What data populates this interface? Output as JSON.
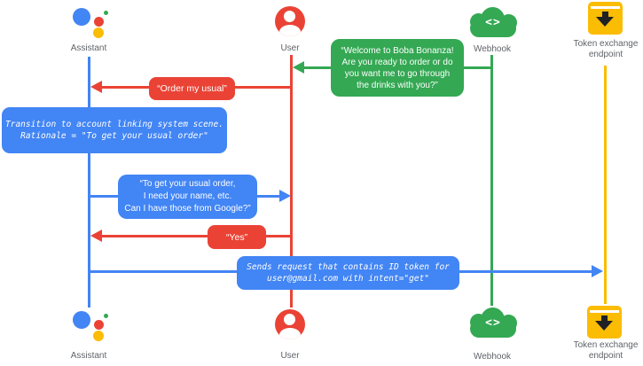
{
  "actors": {
    "assistant": {
      "label": "Assistant"
    },
    "user": {
      "label": "User"
    },
    "webhook": {
      "label": "Webhook"
    },
    "token_endpoint": {
      "label": "Token exchange\nendpoint"
    }
  },
  "icons": {
    "assistant": "google-assistant-logo",
    "user": "person-icon",
    "webhook": "cloud-code-icon",
    "webhook_glyph": "<>",
    "token_endpoint": "token-inbox-icon"
  },
  "messages": {
    "welcome": {
      "text": "“Welcome to Boba Bonanza!\nAre you ready to order or do\nyou want me to go through\nthe drinks with you?”",
      "from": "Webhook",
      "to": "User",
      "color": "#34A853"
    },
    "order_usual": {
      "text": "“Order my usual”",
      "from": "User",
      "to": "Assistant",
      "color": "#EA4335"
    },
    "transition_note": {
      "text": "Transition to account linking system scene.\nRationale = \"To get your usual order\"",
      "on": "Assistant",
      "color": "#4285F4"
    },
    "ask_info": {
      "text": "“To get your usual order,\nI need your name, etc.\nCan I have those from Google?”",
      "from": "Assistant",
      "to": "User",
      "color": "#4285F4"
    },
    "yes": {
      "text": "“Yes”",
      "from": "User",
      "to": "Assistant",
      "color": "#EA4335"
    },
    "send_request": {
      "text": "Sends request that contains ID token for\nuser@gmail.com with intent=\"get\"",
      "from": "Assistant",
      "to": "Token exchange endpoint",
      "color": "#4285F4"
    }
  },
  "colors": {
    "blue": "#4285F4",
    "red": "#EA4335",
    "green": "#34A853",
    "yellow": "#FBBC04",
    "label_grey": "#5F6368",
    "background": "#FFFFFF"
  }
}
